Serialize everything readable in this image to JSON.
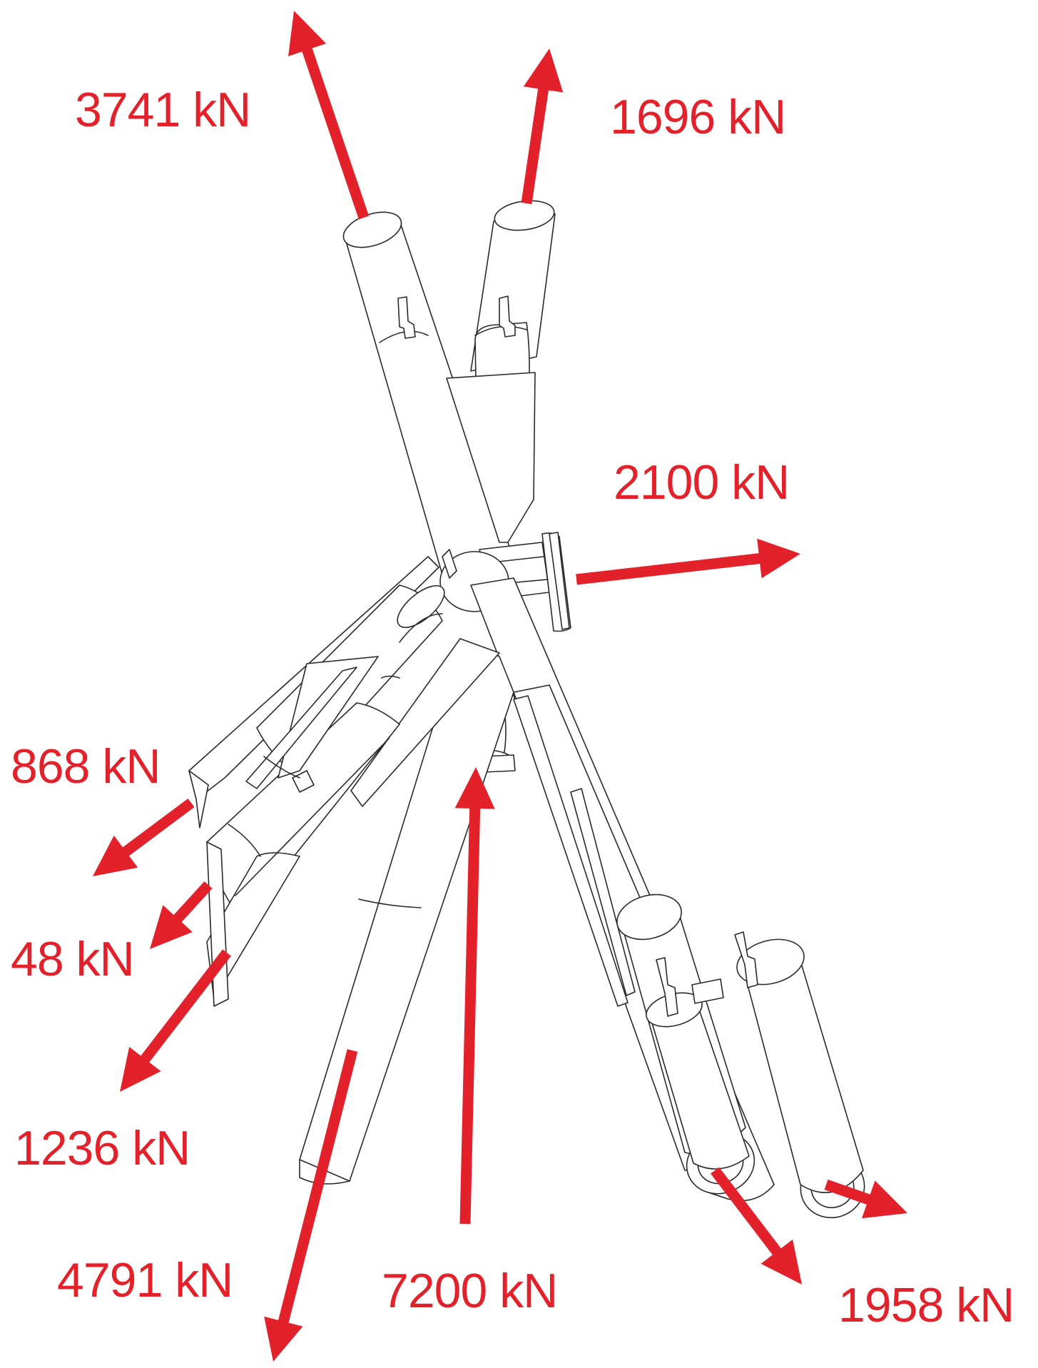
{
  "colors": {
    "force": "#e3212a",
    "structure": "#2a2a2a"
  },
  "forces": [
    {
      "id": "f1",
      "label": "3741 kN"
    },
    {
      "id": "f2",
      "label": "1696 kN"
    },
    {
      "id": "f3",
      "label": "2100 kN"
    },
    {
      "id": "f4",
      "label": "868 kN"
    },
    {
      "id": "f5",
      "label": "48 kN"
    },
    {
      "id": "f6",
      "label": "1236 kN"
    },
    {
      "id": "f7",
      "label": "4791 kN"
    },
    {
      "id": "f8",
      "label": "7200 kN"
    },
    {
      "id": "f9",
      "label": "1958 kN"
    }
  ]
}
